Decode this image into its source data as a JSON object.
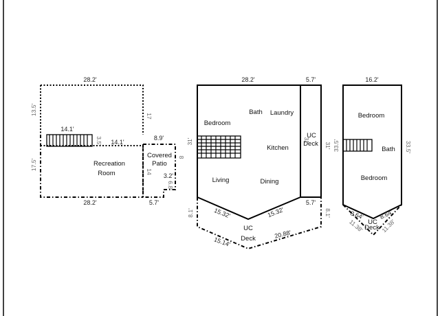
{
  "lower_level": {
    "rooms": {
      "recreation_line1": "Recreation",
      "recreation_line2": "Room",
      "patio_line1": "Covered",
      "patio_line2": "Patio"
    },
    "dims": {
      "top_width": "28.2'",
      "bottom_width": "28.2'",
      "left_upper": "13.5'",
      "left_lower": "17.5'",
      "right_upper": "17",
      "stair_len": "14.1'",
      "stair_width": "3.5'",
      "mid_width": "14.1'",
      "patio_top": "8.9'",
      "patio_right": "8",
      "patio_inner": "14",
      "small_width": "3.2'",
      "small_height": "6.8'",
      "patio_bottom": "5.7'"
    }
  },
  "main_level": {
    "rooms": {
      "bedroom": "Bedroom",
      "bath": "Bath",
      "laundry": "Laundry",
      "kitchen": "Kitchen",
      "living": "Living",
      "dining": "Dining",
      "deck_side_line1": "UC",
      "deck_side_line2": "Deck",
      "deck_front_line1": "UC",
      "deck_front_line2": "Deck"
    },
    "dims": {
      "top_width": "28.2'",
      "side_deck_width": "5.7'",
      "left_height": "31'",
      "right_height": "31'",
      "deck_height": "31'",
      "angle_left": "15.32'",
      "angle_right": "15.32'",
      "deck_offset": "5.7'",
      "left_deck_depth": "8.1'",
      "right_deck_depth": "8.1'",
      "deck_left_diag": "15.14'",
      "deck_right_diag": "20.88'"
    }
  },
  "upper_level": {
    "rooms": {
      "bedroom_top": "Bedroom",
      "bath": "Bath",
      "bedroom_bottom": "Bedroom",
      "deck_line1": "UC",
      "deck_line2": "Deck"
    },
    "dims": {
      "top_width": "16.2'",
      "left_height": "33.5'",
      "right_height": "33.5'",
      "angle_left": "8.64'",
      "angle_right": "8.64'",
      "deck_left": "11.38'",
      "deck_right": "11.38'"
    }
  }
}
